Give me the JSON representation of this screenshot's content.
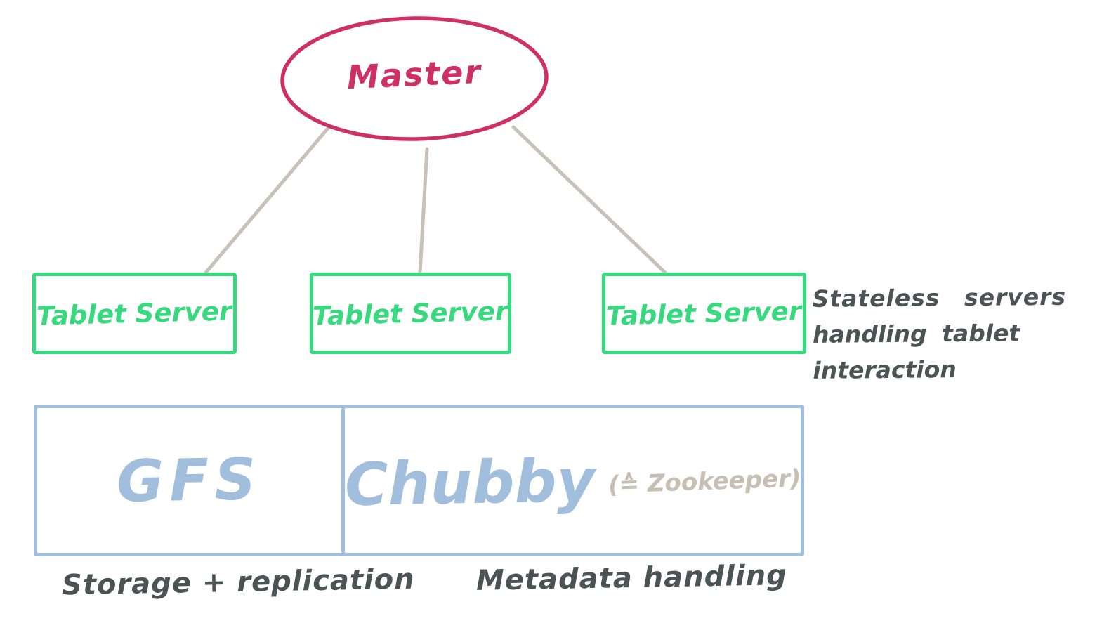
{
  "diagram": {
    "master": {
      "label": "Master"
    },
    "tablet_servers": [
      {
        "label": "Tablet Server"
      },
      {
        "label": "Tablet Server"
      },
      {
        "label": "Tablet Server"
      }
    ],
    "stateless_note": {
      "line1": "Stateless servers",
      "line2": "handling tablet interaction"
    },
    "storage": {
      "gfs_label": "GFS",
      "chubby_label": "Chubby",
      "chubby_note": "(≙ Zookeeper)",
      "gfs_caption": "Storage + replication",
      "chubby_caption": "Metadata handling"
    },
    "colors": {
      "master_stroke": "#ce3065",
      "tablet_stroke": "#36d97d",
      "storage_stroke": "#a2bedd",
      "connector": "#c8c1b8",
      "annotation_text": "#4b5455",
      "zookeeper_note": "#c6bfb2",
      "background": "#ffffff"
    }
  }
}
